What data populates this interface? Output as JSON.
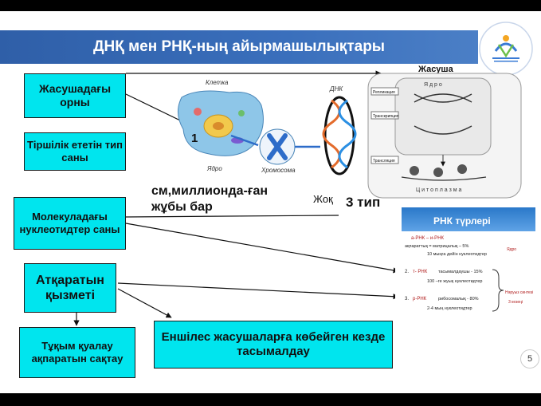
{
  "slide": {
    "title": "ДНҚ мен РНҚ-ның айырмашылықтары",
    "page_number": "5"
  },
  "boxes": {
    "location": "Жасушадағы орны",
    "living_types": "Тіршілік ететін тип саны",
    "nucleotides": "Молекуладағы нуклеотидтер саны",
    "function": "Атқаратын қызметі",
    "storage": "Тұқым қуалау ақпаратын сақтау",
    "transport": "Еншілес жасушаларға көбейген кезде тасымалдау"
  },
  "labels": {
    "millions": "см,миллионда-ған жұбы бар",
    "none": "Жоқ",
    "three_types": "3 тип",
    "cell_label": "Жасуша",
    "number_one": "1"
  },
  "cell_figure": {
    "kletka": "Клетка",
    "yadro": "Ядро",
    "chromosome": "Хромосома",
    "dnk": "ДНК"
  },
  "cell_diagram": {
    "nucleus": "Я д р о",
    "cytoplasm": "Ц и т о п л а з м а",
    "step1": "Репликация",
    "step2": "Транскрипция",
    "step3": "Трансляция"
  },
  "rna_card": {
    "title": "РНК түрлері",
    "row1_name": "а-РНК – и-РНК",
    "row1_desc": "ақпараттық = матрицалық – 5%",
    "row1_sub": "10 мыңға дейін нуклеотидтер",
    "row1_tag": "Ядро",
    "row2_num": "2.",
    "row2_name": "т- РНК",
    "row2_desc": "тасымалдаушы - 15%",
    "row2_sub": "100 –ге жуық нуклеотидтер",
    "row3_num": "3.",
    "row3_name": "р-РНК",
    "row3_desc": "рибосомалық - 80%",
    "row3_sub": "2-4 мың нуклеотидтер",
    "side_note": "Нәруыз синтезі",
    "side_note2": "3 кезеңі"
  },
  "colors": {
    "box_fill": "#00e5ee",
    "title_band": "#3a6fbc",
    "arrow": "#111111"
  }
}
